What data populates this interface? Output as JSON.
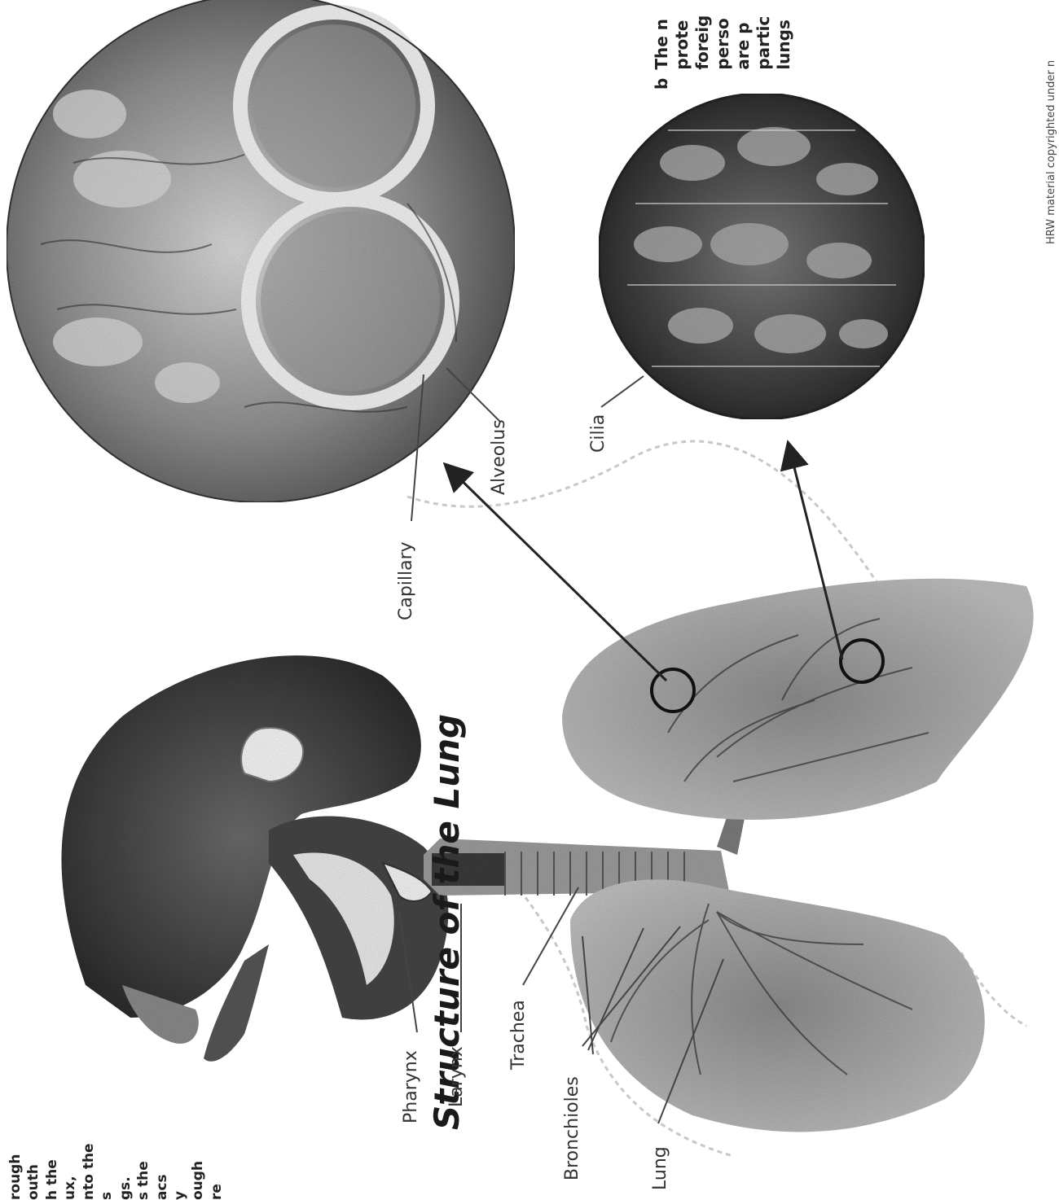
{
  "title": "Structure of the Lung",
  "left_text": [
    "rough",
    "outh",
    "h the",
    "ux,",
    "nto the",
    "s",
    "gs.",
    "s the",
    "acs",
    "y",
    "ough",
    "re"
  ],
  "right_note": {
    "marker": "b",
    "lines": [
      "The n",
      "prote",
      "foreig",
      "perso",
      "are p",
      "partic",
      "lungs"
    ]
  },
  "labels": {
    "pharynx": "Pharynx",
    "larynx": "Larynx",
    "trachea": "Trachea",
    "bronchioles": "Bronchioles",
    "lung": "Lung",
    "capillary": "Capillary",
    "alveolus": "Alveolus",
    "cilia": "Cilia"
  },
  "copyright": "HRW material copyrighted under n"
}
